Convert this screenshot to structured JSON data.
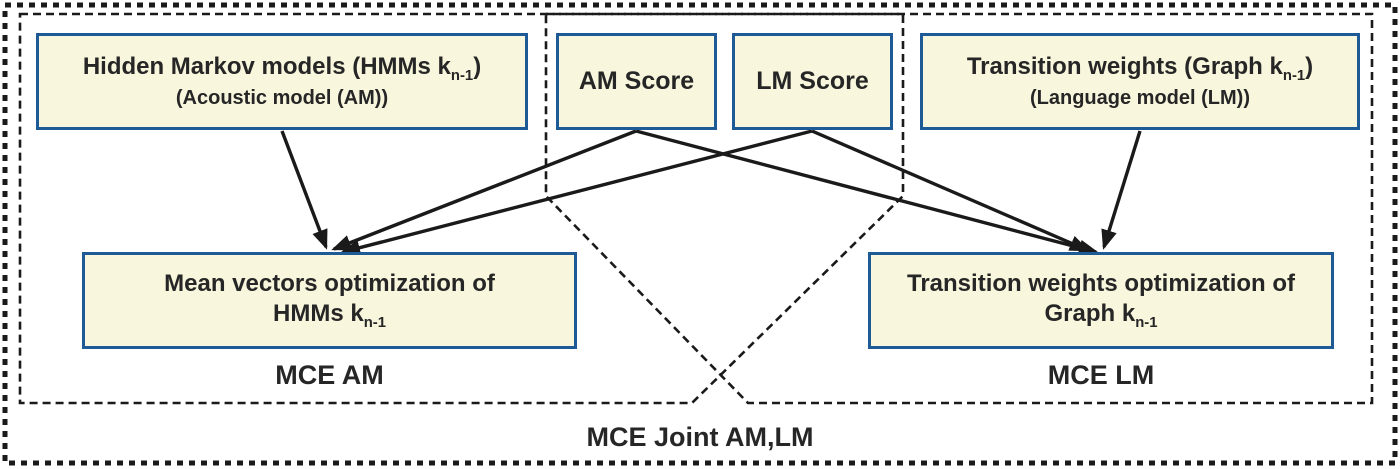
{
  "diagram": {
    "boxes": {
      "hmm": {
        "title_pre": "Hidden Markov models (HMMs k",
        "title_sub": "n-1",
        "title_post": ")",
        "subtitle": "(Acoustic model (AM))"
      },
      "am_score": {
        "label": "AM Score"
      },
      "lm_score": {
        "label": "LM Score"
      },
      "transition_weights": {
        "title_pre": "Transition weights (Graph k",
        "title_sub": "n-1",
        "title_post": ")",
        "subtitle": "(Language model (LM))"
      },
      "mean_opt": {
        "line1": "Mean vectors optimization of",
        "line2_pre": "HMMs k",
        "line2_sub": "n-1",
        "line2_post": ""
      },
      "tw_opt": {
        "line1": "Transition weights optimization of",
        "line2_pre": "Graph k",
        "line2_sub": "n-1",
        "line2_post": ""
      }
    },
    "groups": {
      "mce_am": {
        "label": "MCE AM"
      },
      "mce_lm": {
        "label": "MCE LM"
      },
      "joint": {
        "label": "MCE Joint AM,LM"
      }
    },
    "colors": {
      "box_fill": "#f8f6dc",
      "box_border": "#1e5a96",
      "stroke": "#1a1a1a",
      "text": "#262626"
    }
  }
}
